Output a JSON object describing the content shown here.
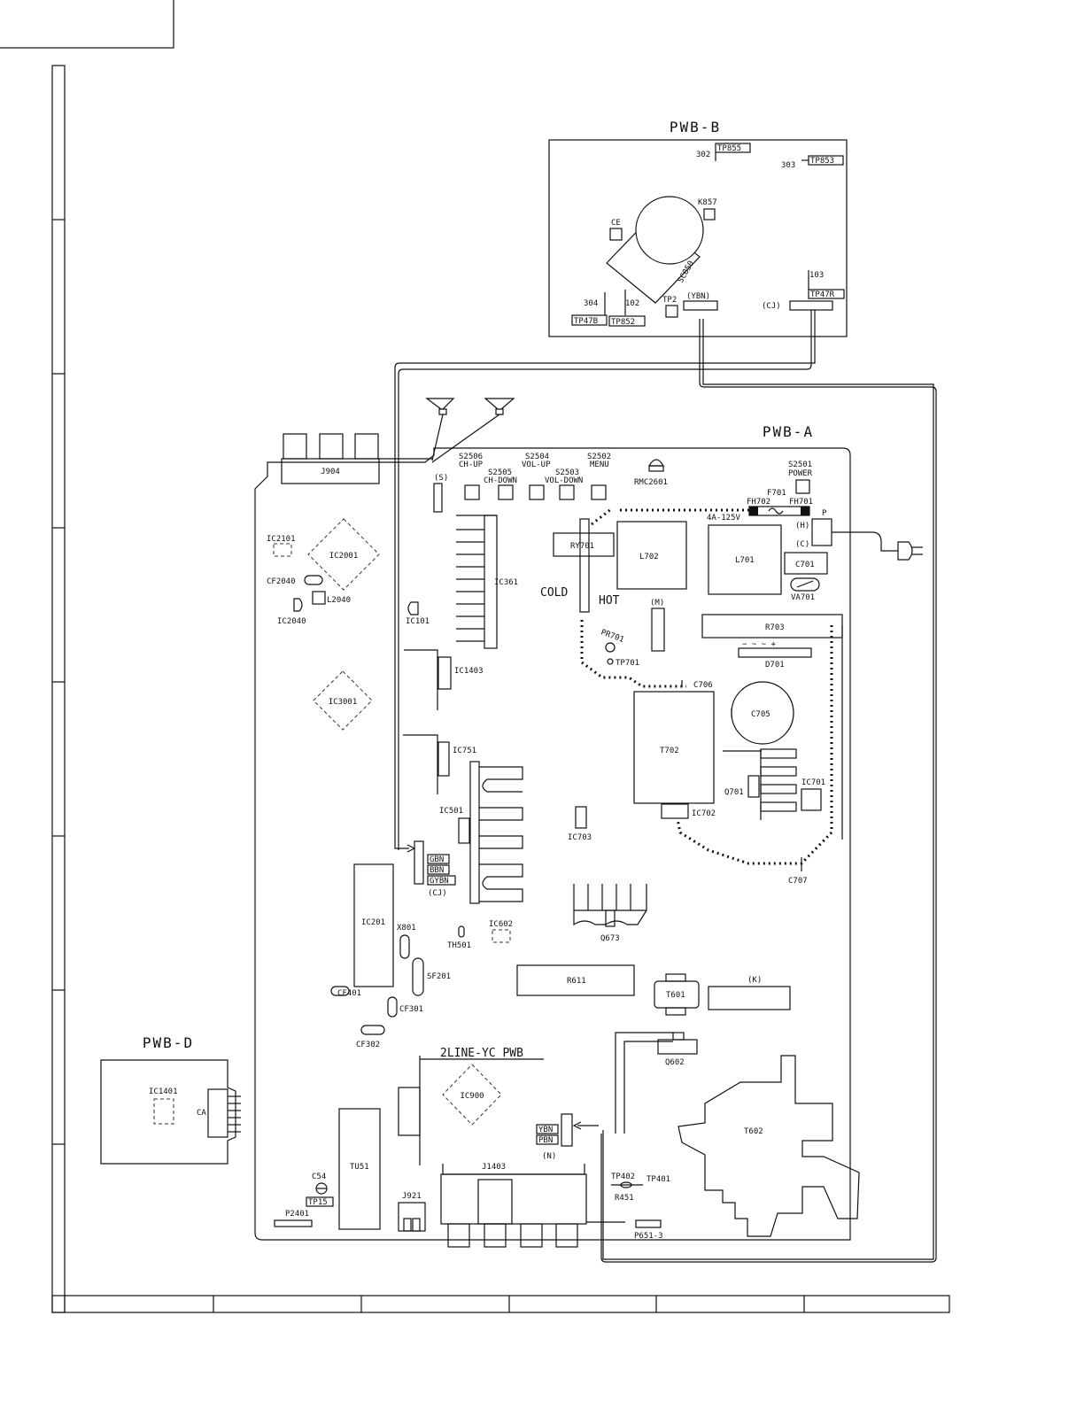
{
  "boards": {
    "pwb_a": "PWB-A",
    "pwb_b": "PWB-B",
    "pwb_d": "PWB-D",
    "yc_pwb": "2LINE-YC PWB"
  },
  "labels": {
    "tp855": "TP855",
    "n302": "302",
    "n303": "303",
    "tp853": "TP853",
    "k857": "K857",
    "ce": "CE",
    "sc850": "SC850",
    "n103": "103",
    "tp47r": "TP47R",
    "cj_b": "(CJ)",
    "ybn_b": "(YBN)",
    "tp2": "TP2",
    "n304": "304",
    "n102": "102",
    "tp47b": "TP47B",
    "tp852": "TP852",
    "j904": "J904",
    "s2506": "S2506",
    "ch_up": "CH-UP",
    "s2505": "S2505",
    "ch_down": "CH-DOWN",
    "s2504": "S2504",
    "vol_up": "VOL-UP",
    "s2503": "S2503",
    "vol_down": "VOL-DOWN",
    "s2502": "S2502",
    "menu": "MENU",
    "rmc2601": "RMC2601",
    "s2501": "S2501",
    "power": "POWER",
    "s_conn": "(S)",
    "f701": "F701",
    "fh702": "FH702",
    "fh701": "FH701",
    "fuse": "4A-125V",
    "p": "P",
    "h": "(H)",
    "c": "(C)",
    "ic2101": "IC2101",
    "ic2001": "IC2001",
    "cf2040": "CF2040",
    "l2040": "L2040",
    "ic2040": "IC2040",
    "ic101": "IC101",
    "ic361": "IC361",
    "ry701": "RY701",
    "l702": "L702",
    "l701": "L701",
    "c701": "C701",
    "va701": "VA701",
    "cold": "COLD",
    "hot": "HOT",
    "m": "(M)",
    "r703": "R703",
    "d701_marks": "−  ~  ~  +",
    "d701": "D701",
    "pr701": "PR701",
    "tp701": "TP701",
    "c706": "C706",
    "ic1403": "IC1403",
    "ic3001": "IC3001",
    "c705": "C705",
    "t702": "T702",
    "ic751": "IC751",
    "ic701": "IC701",
    "q701": "Q701",
    "ic501": "IC501",
    "ic702": "IC702",
    "ic703": "IC703",
    "gbn": "GBN",
    "bbn": "BBN",
    "gybn": "GYBN",
    "cj_a": "(CJ)",
    "c707": "C707",
    "ic201": "IC201",
    "x801": "X801",
    "th501": "TH501",
    "ic602": "IC602",
    "q673": "Q673",
    "sf201": "SF201",
    "r611": "R611",
    "k": "(K)",
    "t601": "T601",
    "cf401": "CF401",
    "cf301": "CF301",
    "cf302": "CF302",
    "q602": "Q602",
    "ic1401": "IC1401",
    "ca": "CA",
    "ic900": "IC900",
    "t602": "T602",
    "ybn": "YBN",
    "pbn": "PBN",
    "n_conn": "(N)",
    "tu51": "TU51",
    "j1403": "J1403",
    "tp402": "TP402",
    "tp401": "TP401",
    "r451": "R451",
    "c54": "C54",
    "tp15": "TP15",
    "j921": "J921",
    "p2401": "P2401",
    "p651": "P651-3"
  }
}
